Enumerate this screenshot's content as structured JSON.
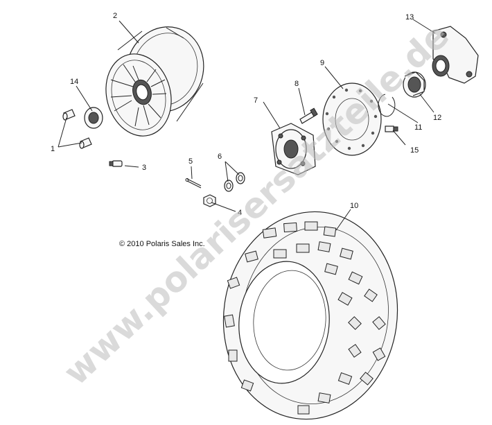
{
  "diagram": {
    "callouts": [
      "1",
      "2",
      "3",
      "4",
      "5",
      "6",
      "7",
      "8",
      "9",
      "10",
      "11",
      "12",
      "13",
      "14",
      "15"
    ],
    "copyright": "© 2010 Polaris Sales Inc.",
    "watermark": "www.polarisersatzteile.de"
  }
}
